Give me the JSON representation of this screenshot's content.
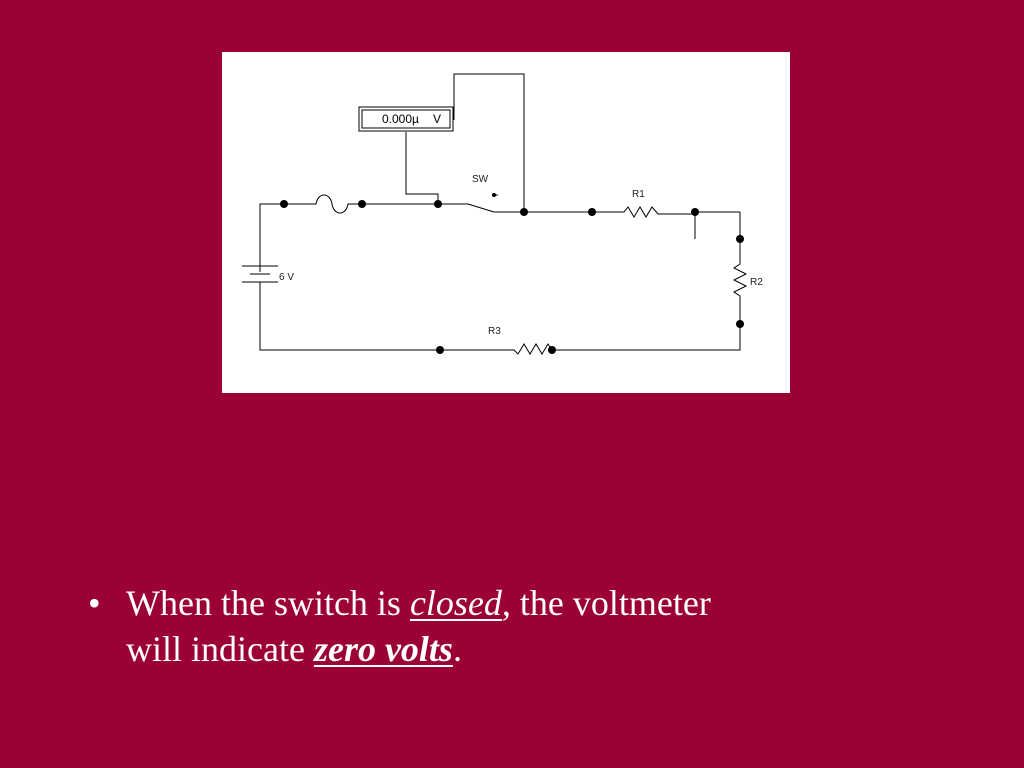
{
  "theme": {
    "background": "#9b0036",
    "text": "#ffffff"
  },
  "diagram": {
    "voltmeter": {
      "value": "0.000µ",
      "unit": "V"
    },
    "switch_label": "SW",
    "battery_label": "6 V",
    "resistors": {
      "r1": "R1",
      "r2": "R2",
      "r3": "R3"
    }
  },
  "bullet": {
    "marker": "•",
    "line1_pre": "When the switch is ",
    "line1_emph": "closed",
    "line1_post": ", the voltmeter",
    "line2_pre": "will indicate ",
    "line2_emph": "zero volts",
    "line2_post": "."
  }
}
